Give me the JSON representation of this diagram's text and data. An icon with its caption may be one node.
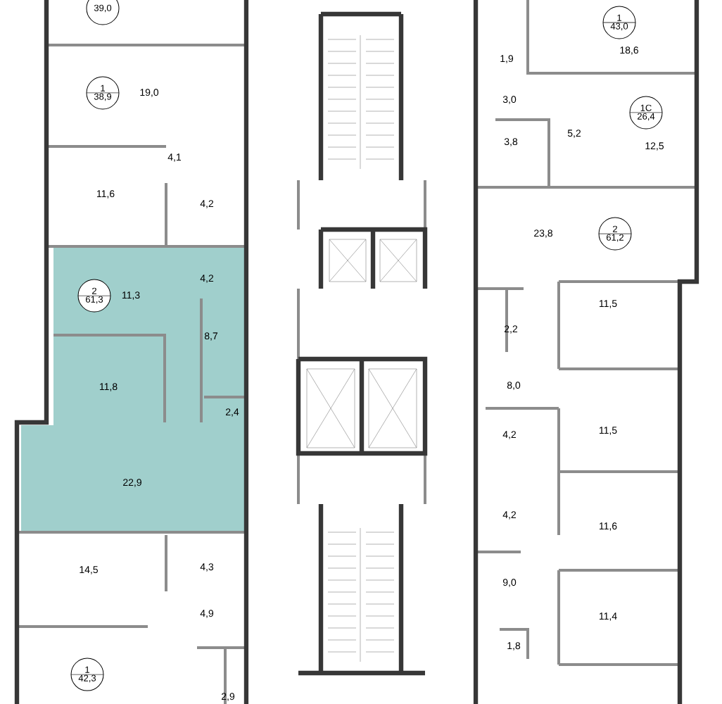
{
  "diagram": {
    "nodes": [
      {
        "text": [
          "39,0"
        ]
      },
      {
        "text": [
          "1",
          "38,9"
        ]
      },
      {
        "text": [
          "2",
          "61,3"
        ]
      },
      {
        "text": [
          "1",
          "42,3"
        ]
      },
      {
        "text": [
          "1",
          "43,0"
        ]
      },
      {
        "text": [
          "1С",
          "26,4"
        ]
      },
      {
        "text": [
          "2",
          "61,2"
        ]
      }
    ],
    "labels": [
      "19,0",
      "4,1",
      "11,6",
      "4,2",
      "11,3",
      "4,2",
      "8,7",
      "11,8",
      "2,4",
      "22,9",
      "14,5",
      "4,3",
      "4,9",
      "2,9",
      "18,6",
      "1,9",
      "3,0",
      "3,8",
      "5,2",
      "12,5",
      "23,8",
      "11,5",
      "2,2",
      "8,0",
      "11,5",
      "4,2",
      "4,2",
      "11,6",
      "9,0",
      "11,4",
      "1,8"
    ]
  }
}
